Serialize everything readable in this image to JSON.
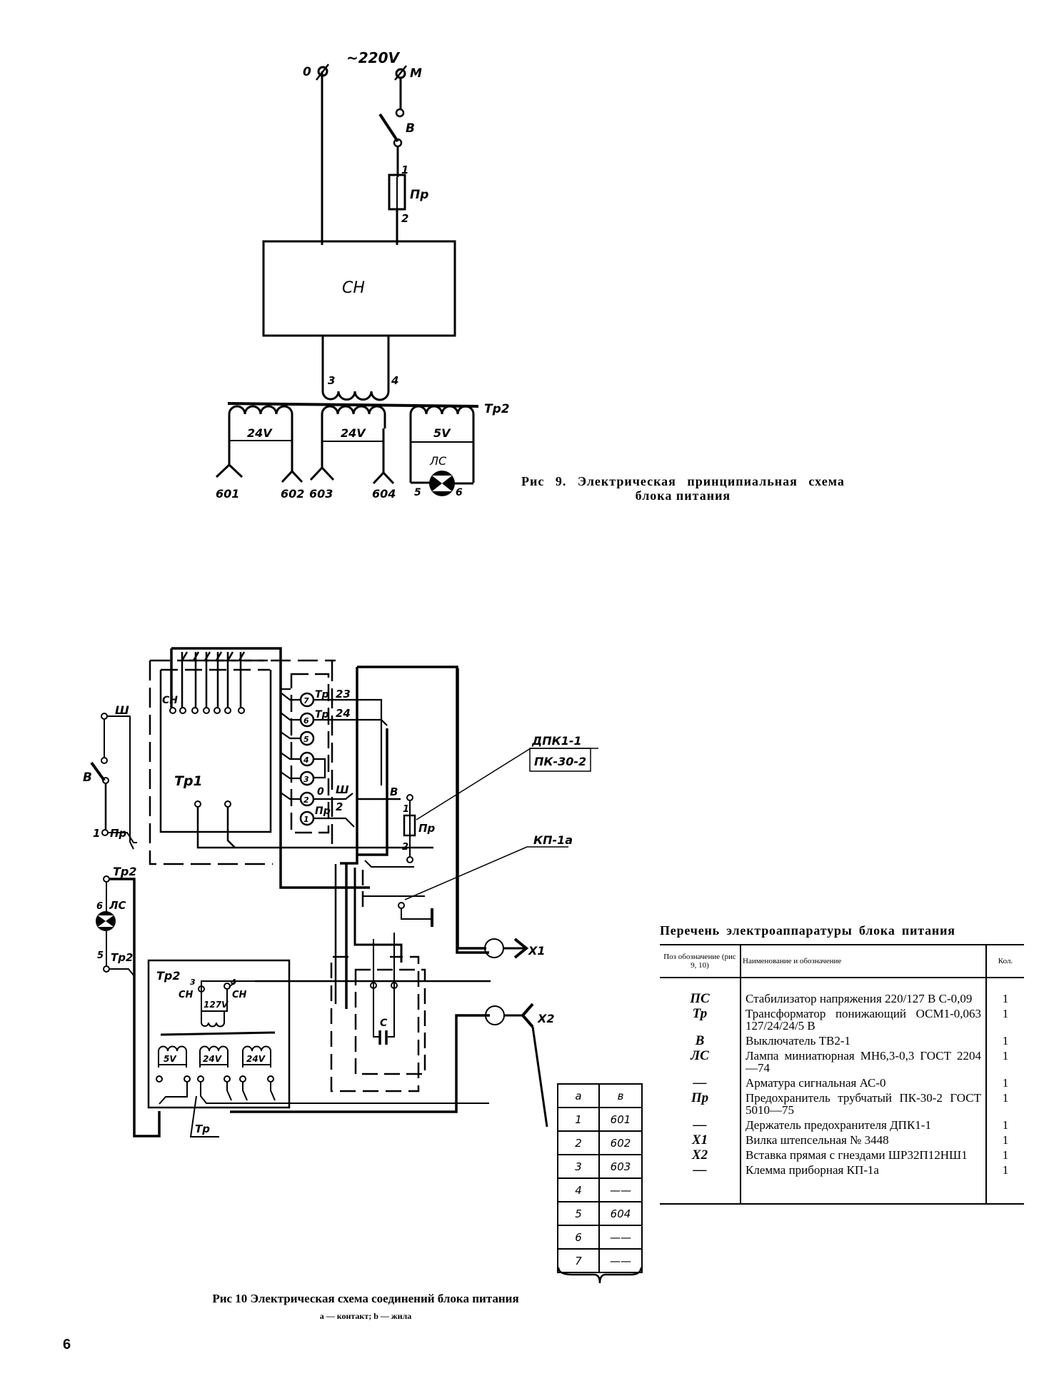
{
  "page_number": "6",
  "figure9": {
    "supply_label": "~220V",
    "terminal_zero": "0",
    "terminal_m": "M",
    "switch_label": "В",
    "fuse_label": "Пр",
    "fuse_pin1": "1",
    "fuse_pin2": "2",
    "stabilizer_label": "СН",
    "primary_pin3": "3",
    "primary_pin4": "4",
    "transformer_label": "Тр2",
    "windings": [
      "24V",
      "24V",
      "5V"
    ],
    "lamp_label": "ЛС",
    "lamp_pin5": "5",
    "lamp_pin6": "6",
    "outputs": [
      "601",
      "602",
      "603",
      "604"
    ],
    "caption_line1": "Рис   9.  Электрическая  принципиальная  схема",
    "caption_line2": "блока питания"
  },
  "figure10": {
    "stabilizer_label": "СН",
    "tr1_label": "Тр1",
    "plug_label": "Ш",
    "switch_label": "В",
    "fuse_label": "Пр",
    "pin_1": "1",
    "terminals": [
      "7",
      "6",
      "5",
      "4",
      "3",
      "2",
      "1"
    ],
    "terminal_tags": [
      "Тр",
      "Тр",
      "0",
      "Пр"
    ],
    "wire_23": "23",
    "wire_24": "24",
    "wire_sh": "Ш",
    "wire_2": "2",
    "wire_v": "В",
    "fuse_pin1": "1",
    "fuse_pin2": "2",
    "holder_label": "ДПК1-1",
    "fuse_type": "ПК-30-2",
    "clamp_label": "КП-1а",
    "tr2_top": "Тр2",
    "lamp_label": "ЛС",
    "lamp_pin6": "6",
    "lamp_pin5": "5",
    "tr2_bottom": "Тр2",
    "tr2_box_label": "Тр2",
    "ch3": "3",
    "ch4": "4",
    "ch_left": "СН",
    "ch_right": "СН",
    "primary_voltage": "127V",
    "secondary_windings": [
      "5V",
      "24V",
      "24V"
    ],
    "tr_leader": "Тр",
    "capacitor_label": "С",
    "x1_label": "Х1",
    "x2_label": "Х2",
    "caption": "Рис 10 Электрическая схема соединений блока питания",
    "subcaption": "а — контакт; b — жила",
    "wiring_table": {
      "headers": [
        "а",
        "в"
      ],
      "rows": [
        [
          "1",
          "601"
        ],
        [
          "2",
          "602"
        ],
        [
          "3",
          "603"
        ],
        [
          "4",
          "——"
        ],
        [
          "5",
          "604"
        ],
        [
          "6",
          "——"
        ],
        [
          "7",
          "——"
        ]
      ]
    }
  },
  "parts_list": {
    "title": "Перечень электроаппаратуры блока питания",
    "headers": [
      "Поз обозначение (рис 9, 10)",
      "Наименование и обозначение",
      "Кол."
    ],
    "rows": [
      {
        "pos": "ПС",
        "name": "Стабилизатор напряжения 220/127 В С-0,09",
        "qty": "1"
      },
      {
        "pos": "Тр",
        "name": "Трансформатор понижающий ОСМ1-0,063 127/24/24/5 В",
        "qty": "1"
      },
      {
        "pos": "В",
        "name": "Выключатель ТВ2-1",
        "qty": "1"
      },
      {
        "pos": "ЛС",
        "name": "Лампа миниатюрная МН6,3-0,3 ГОСТ 2204—74",
        "qty": "1"
      },
      {
        "pos": "—",
        "name": "Арматура сигнальная АС-0",
        "qty": "1"
      },
      {
        "pos": "Пр",
        "name": "Предохранитель трубчатый ПК-30-2 ГОСТ 5010—75",
        "qty": "1"
      },
      {
        "pos": "—",
        "name": "Держатель предохранителя ДПК1-1",
        "qty": "1"
      },
      {
        "pos": "Х1",
        "name": "Вилка штепсельная № 3448",
        "qty": "1"
      },
      {
        "pos": "Х2",
        "name": "Вставка прямая с гнездами ШР32П12НШ1",
        "qty": "1"
      },
      {
        "pos": "—",
        "name": "Клемма приборная КП-1а",
        "qty": "1"
      }
    ]
  }
}
